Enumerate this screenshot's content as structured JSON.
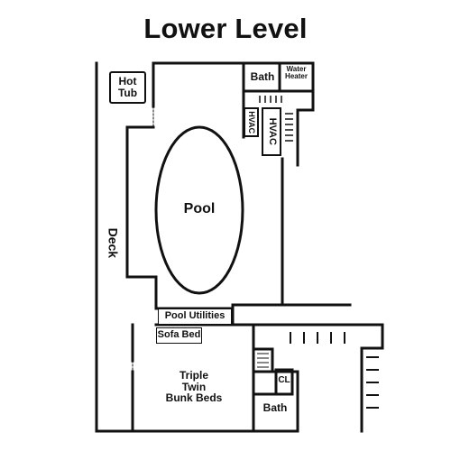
{
  "title": "Lower Level",
  "rooms": {
    "hot_tub": "Hot\nTub",
    "bath_upper": "Bath",
    "water_heater": "Water\nHeater",
    "hvac_1": "HVAC",
    "hvac_2": "HVAC",
    "pool": "Pool",
    "deck": "Deck",
    "pool_utilities": "Pool Utilities",
    "sofa_bed": "Sofa Bed",
    "bunk_beds": "Triple\nTwin\nBunk Beds",
    "closet": "CL",
    "bath_lower": "Bath"
  }
}
